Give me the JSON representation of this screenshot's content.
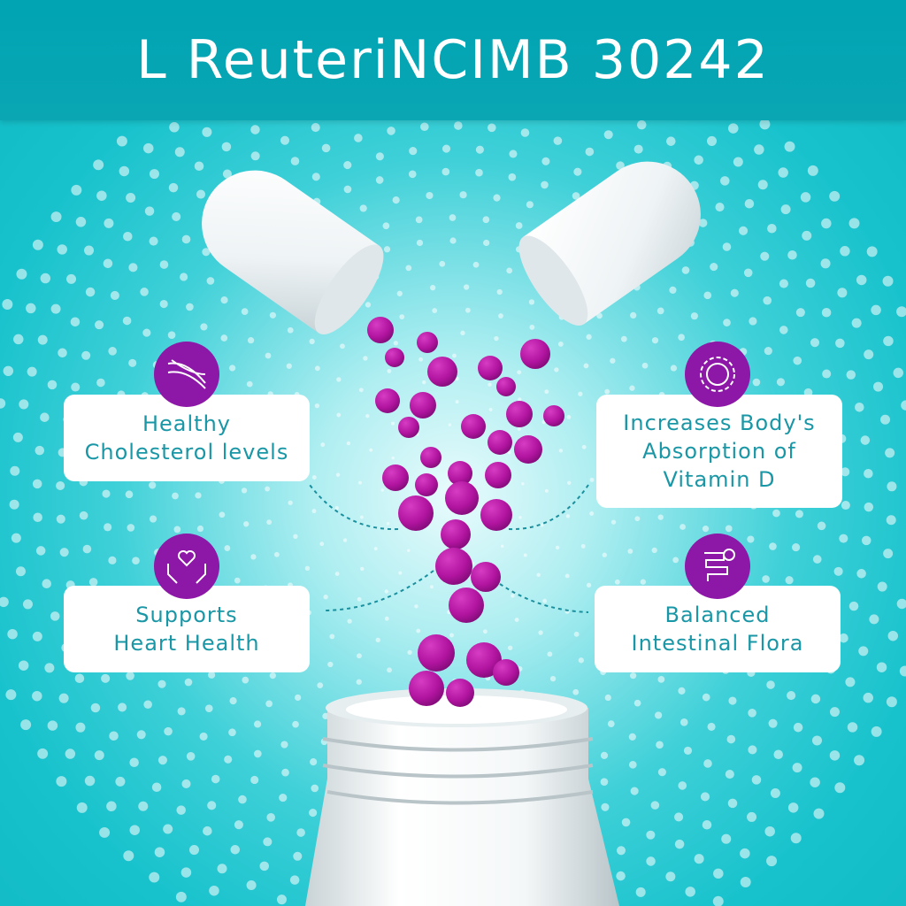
{
  "header": {
    "title": "L ReuteriNCIMB 30242"
  },
  "benefits": [
    {
      "label_lines": [
        "Healthy",
        "Cholesterol levels"
      ],
      "icon": "blood-vessel-icon"
    },
    {
      "label_lines": [
        "Increases Body's",
        "Absorption of",
        "Vitamin D"
      ],
      "icon": "sun-icon"
    },
    {
      "label_lines": [
        "Supports",
        "Heart Health"
      ],
      "icon": "heart-in-hands-icon"
    },
    {
      "label_lines": [
        "Balanced",
        "Intestinal Flora"
      ],
      "icon": "intestine-check-icon"
    }
  ],
  "colors": {
    "header": "#00a4b3",
    "background": "#17c2cc",
    "accent_purple": "#8d17a6",
    "text_teal": "#1a97a6",
    "probiotic_beads": "#b1149f"
  }
}
